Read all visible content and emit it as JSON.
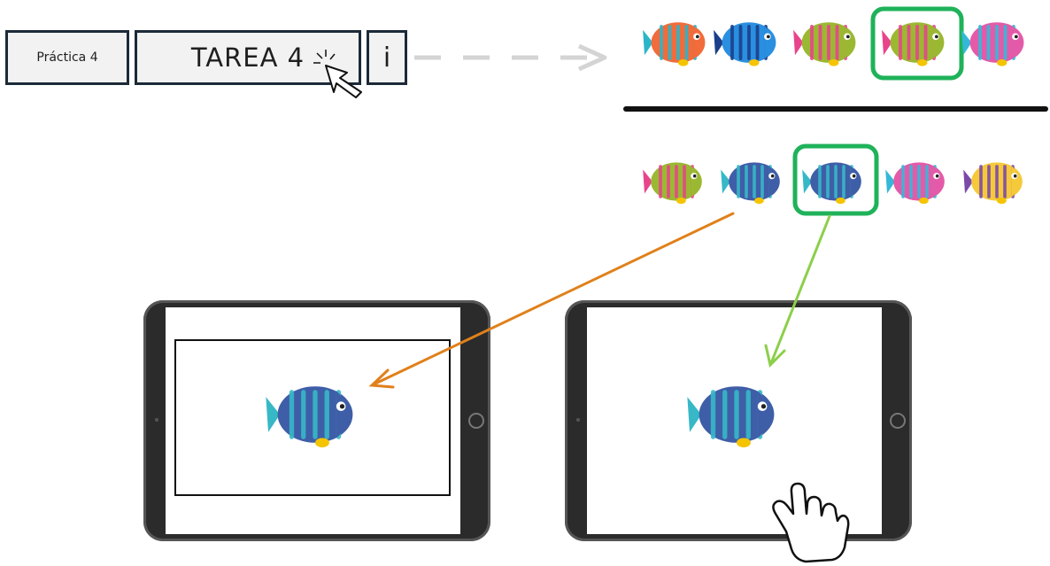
{
  "menu": {
    "practica_label": "Práctica 4",
    "tarea_label": "TAREA 4",
    "info_label": "i"
  },
  "icons": {
    "cursor": "arrow-cursor-icon",
    "hand": "pointing-hand-icon",
    "fish": "fish-icon"
  },
  "colors": {
    "selection": "#1fb25a",
    "orange_arrow": "#e0801a",
    "green_arrow": "#8ccf4a",
    "dashed_arrow": "#d4d4d4",
    "tab_border": "#1c2a38"
  },
  "fish_rows": {
    "top": [
      {
        "name": "orange-fish",
        "body": "#f26b3a",
        "stripe": "#2bb5c9"
      },
      {
        "name": "blue-swordfish",
        "body": "#2a8fe0",
        "stripe": "#1b3f8a"
      },
      {
        "name": "green-striped-fish",
        "body": "#9bb832",
        "stripe": "#e8448c"
      },
      {
        "name": "green-striped-fish-selected",
        "body": "#9bb832",
        "stripe": "#e8448c",
        "selected": true
      },
      {
        "name": "pink-wavy-fish",
        "body": "#e45aa8",
        "stripe": "#35b8d8"
      }
    ],
    "bottom": [
      {
        "name": "green-striped-fish",
        "body": "#9bb832",
        "stripe": "#e8448c"
      },
      {
        "name": "blue-wavy-fish",
        "body": "#3f5ea8",
        "stripe": "#37b8c6"
      },
      {
        "name": "blue-wavy-fish-selected",
        "body": "#3f5ea8",
        "stripe": "#37b8c6",
        "selected": true
      },
      {
        "name": "pink-wavy-fish",
        "body": "#e45aa8",
        "stripe": "#35b8d8"
      },
      {
        "name": "yellow-fish",
        "body": "#f5c93a",
        "stripe": "#7a4aa8"
      }
    ]
  }
}
